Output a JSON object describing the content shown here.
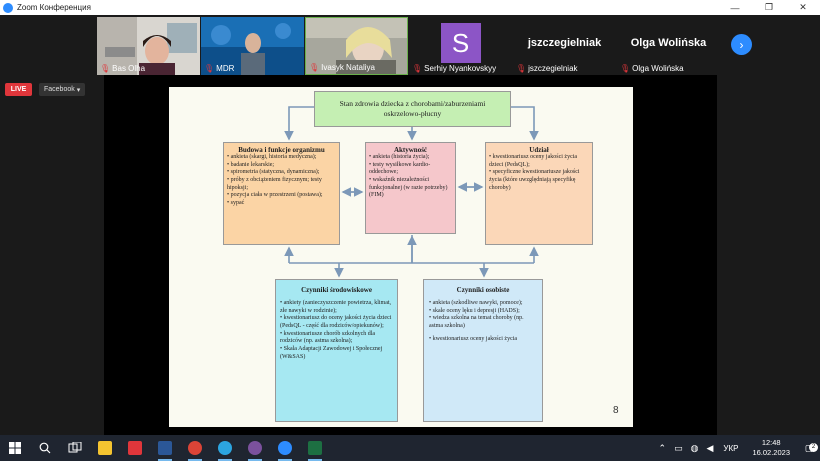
{
  "window": {
    "title": "Zoom Конференция",
    "controls": [
      "—",
      "❐",
      "✕"
    ]
  },
  "participants": [
    {
      "name": "Bas Olha",
      "muted": true,
      "video": true
    },
    {
      "name": "MDR",
      "muted": true,
      "video": true
    },
    {
      "name": "Ivasyk Nataliya",
      "muted": true,
      "video": true,
      "active_speaker": true
    },
    {
      "name": "Serhiy Nyankovskyy",
      "muted": true,
      "video": false,
      "avatar_letter": "S"
    },
    {
      "name": "jszczegielniak",
      "muted": true,
      "video": false
    },
    {
      "name": "Olga Wolińska",
      "muted": true,
      "video": false
    }
  ],
  "stream": {
    "live_label": "LIVE",
    "platform": "Facebook"
  },
  "slide": {
    "top_box": {
      "line1": "Stan zdrowia dziecka z chorobami/zaburzeniami",
      "line2": "oskrzelowo-płucny"
    },
    "boxes": {
      "organ": {
        "title": "Budowa i funkcje organizmu",
        "items": [
          "ankieta (skargi, historia medyczna);",
          "badanie lekarskie;",
          "spirometria (statyczna, dynamiczna);",
          "próby z obciążeniem fizycznym; testy hipoksji;",
          "pozycja ciała w przestrzeni (postawa);",
          "sypać"
        ]
      },
      "akt": {
        "title": "Aktywność",
        "items": [
          "ankieta (historia życia);",
          "testy wysiłkowe kardio-oddechowe;",
          "wskaźnik niezależności funkcjonalnej (w razie potrzeby) (FIM)"
        ]
      },
      "udz": {
        "title": "Udział",
        "items": [
          "kwestionariusz oceny jakości życia dzieci (PedsQL);",
          "specyficzne kwestionariusze jakości życia (które uwzględniają specyfikę choroby)"
        ]
      },
      "srod": {
        "title": "Czynniki środowiskowe",
        "items": [
          "ankiety (zanieczyszczenie powietrza, klimat, złe nawyki w rodzinie);",
          "kwestionariusz do oceny jakości życia dzieci (PedsQL - część dla rodziców/opiekunów);",
          "kwestionariusze chorób szkolnych dla rodziców (np. astma szkolna);",
          "Skala Adaptacji Zawodowej i Społecznej (W&SAS)"
        ]
      },
      "osob": {
        "title": "Czynniki osobiste",
        "items": [
          "ankieta (szkodliwe nawyki, pomoce);",
          "skale oceny lęku i depresji (HADS);",
          "wiedza szkolna na temat choroby (np. astma szkolna)",
          "kwestionariusz oceny jakości życia"
        ]
      }
    },
    "page_number": "8"
  },
  "taskbar": {
    "language": "УКР",
    "time": "12:48",
    "date": "16.02.2023",
    "notification_count": "2",
    "apps": [
      {
        "icon": "windows-icon"
      },
      {
        "icon": "search-icon"
      },
      {
        "icon": "task-view-icon"
      },
      {
        "icon": "file-explorer-icon",
        "color": "#f4c430"
      },
      {
        "icon": "pdf-icon",
        "color": "#e0363b"
      },
      {
        "icon": "word-icon",
        "color": "#2b5797"
      },
      {
        "icon": "chrome-icon",
        "color": "#db4437"
      },
      {
        "icon": "telegram-icon",
        "color": "#2ca5e0"
      },
      {
        "icon": "viber-icon",
        "color": "#7b519d"
      },
      {
        "icon": "zoom-icon",
        "color": "#2d8cff"
      },
      {
        "icon": "excel-icon",
        "color": "#1d6f42"
      }
    ]
  }
}
